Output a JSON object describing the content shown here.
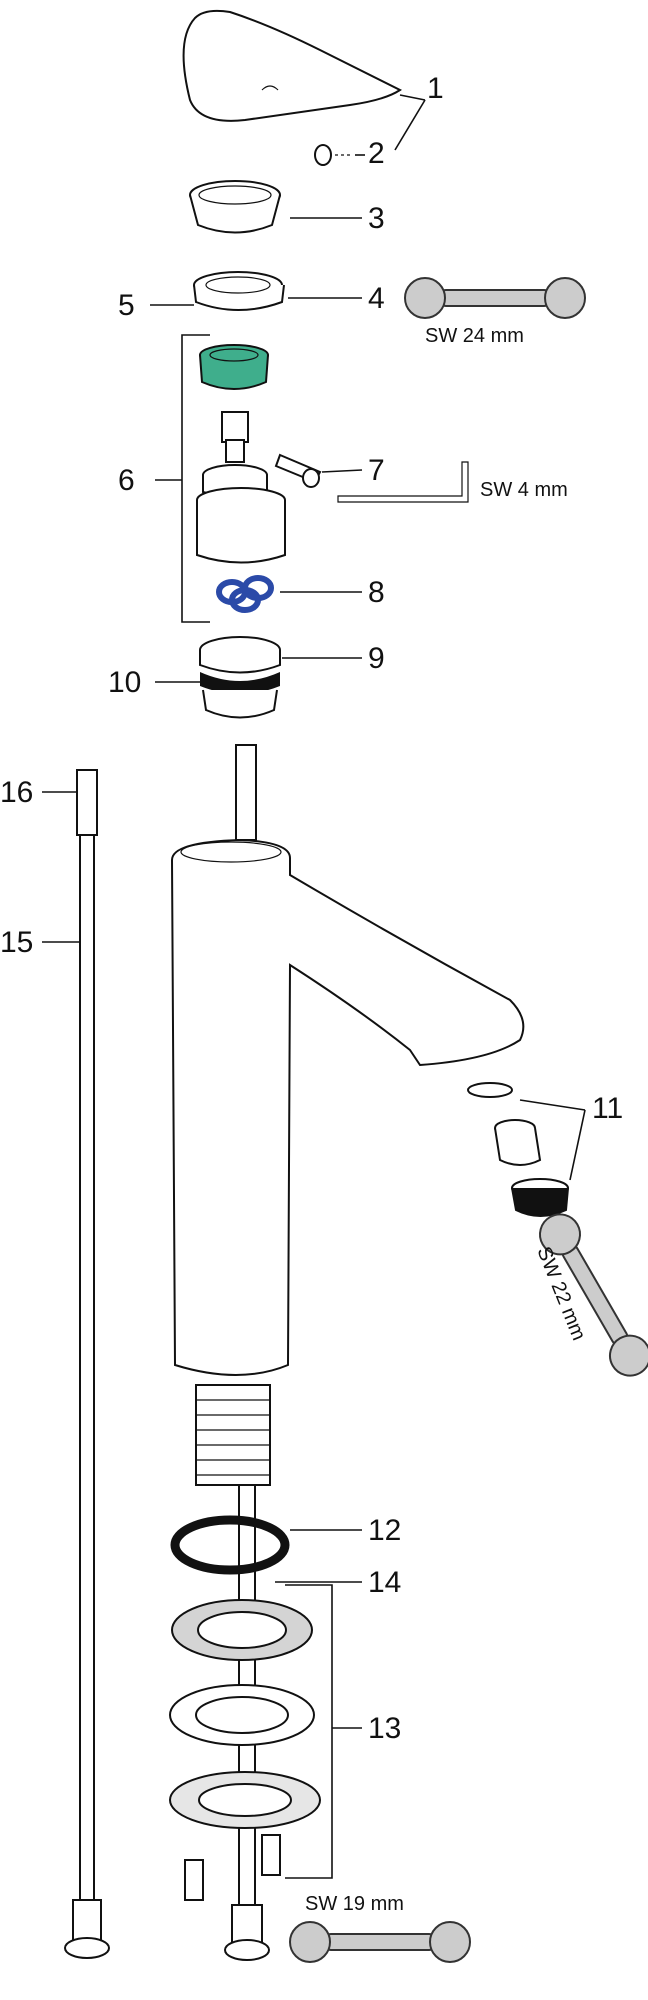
{
  "callouts": [
    "1",
    "2",
    "3",
    "4",
    "5",
    "6",
    "7",
    "8",
    "9",
    "10",
    "11",
    "12",
    "13",
    "14",
    "15",
    "16"
  ],
  "tools": {
    "sw24": "SW 24 mm",
    "sw4": "SW 4 mm",
    "sw22": "SW 22 mm",
    "sw19": "SW 19 mm"
  },
  "colors": {
    "green_insert": "#3fae8c",
    "blue_seals": "#2b4aa8",
    "wrench_grey": "#cccccc",
    "outline": "#111111"
  }
}
